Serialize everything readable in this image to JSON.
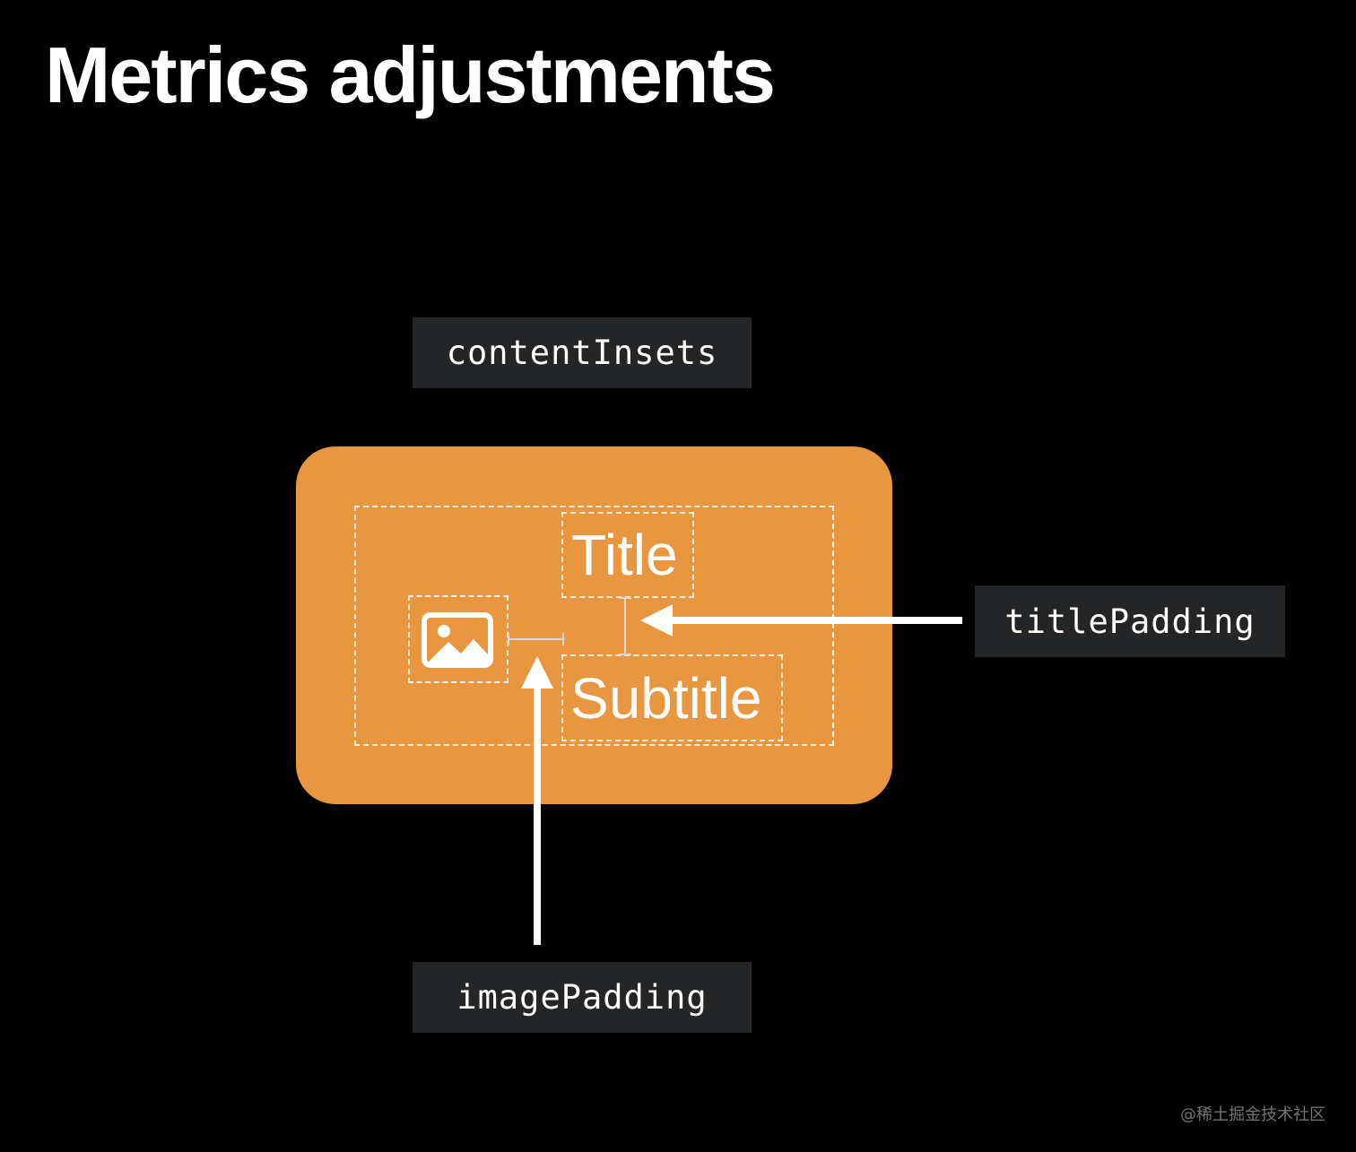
{
  "title": "Metrics adjustments",
  "labels": {
    "content_insets": "contentInsets",
    "title_padding": "titlePadding",
    "image_padding": "imagePadding"
  },
  "card": {
    "title": "Title",
    "subtitle": "Subtitle",
    "image_icon": "photo-icon"
  },
  "watermark": "@稀土掘金技术社区",
  "colors": {
    "background": "#000000",
    "card": "#e8963f",
    "label_background": "#242526",
    "foreground": "#ffffff"
  }
}
